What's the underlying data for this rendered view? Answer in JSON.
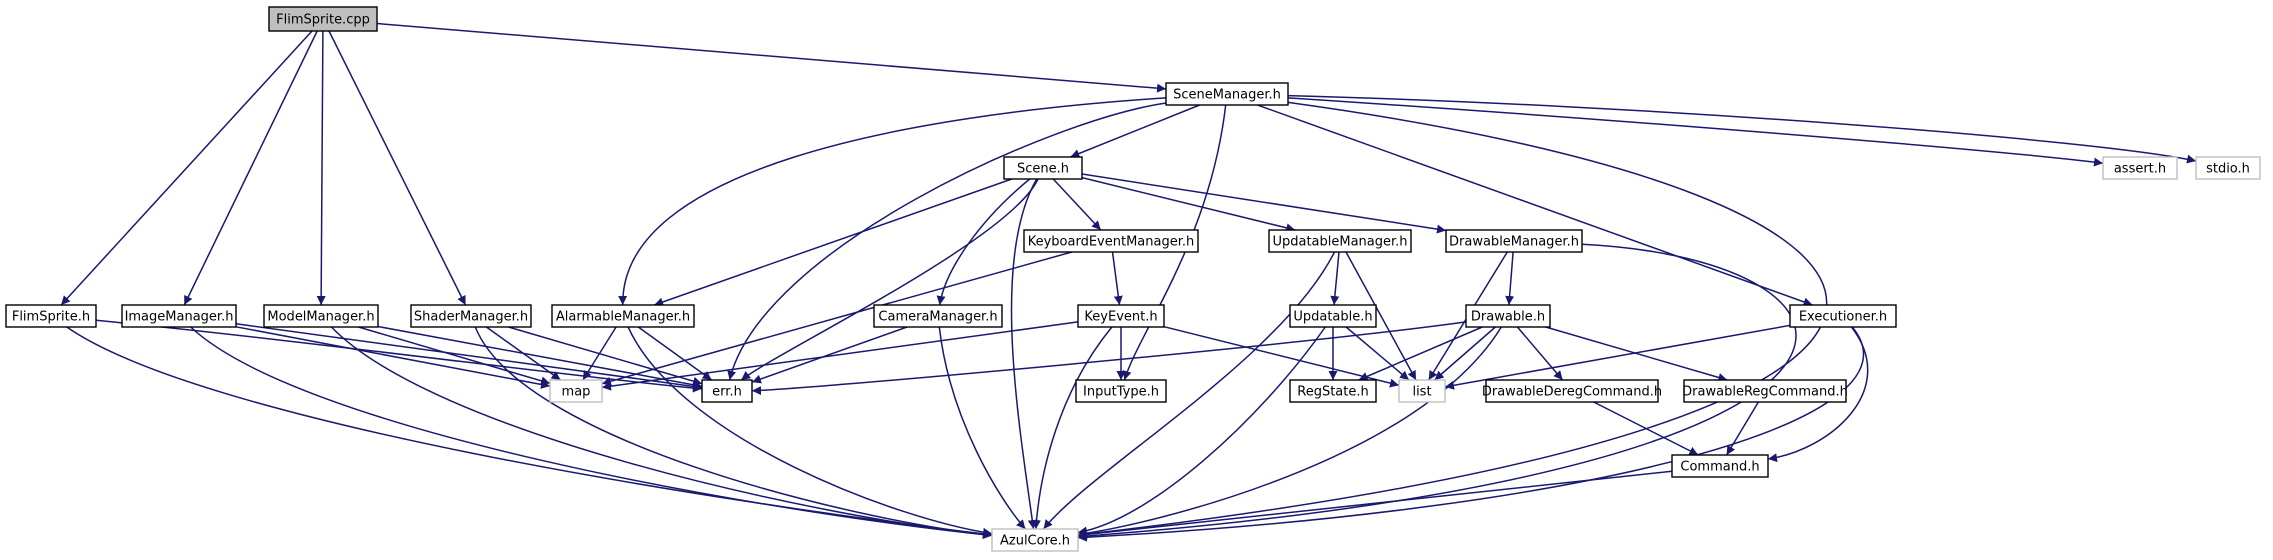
{
  "colors": {
    "edge": "#191970",
    "root_fill": "#bfbfbf",
    "node_fill": "#ffffff",
    "node_border": "#000000",
    "external_border": "#bfbfbf",
    "text": "#000000",
    "background": "#ffffff"
  },
  "nodes": [
    {
      "id": "flimsprite_cpp",
      "label": "FlimSprite.cpp",
      "style": "root"
    },
    {
      "id": "scenemanager_h",
      "label": "SceneManager.h",
      "style": "normal"
    },
    {
      "id": "assert_h",
      "label": "assert.h",
      "style": "external"
    },
    {
      "id": "stdio_h",
      "label": "stdio.h",
      "style": "external"
    },
    {
      "id": "scene_h",
      "label": "Scene.h",
      "style": "normal"
    },
    {
      "id": "keyboardeventmanager_h",
      "label": "KeyboardEventManager.h",
      "style": "normal"
    },
    {
      "id": "updatablemanager_h",
      "label": "UpdatableManager.h",
      "style": "normal"
    },
    {
      "id": "drawablemanager_h",
      "label": "DrawableManager.h",
      "style": "normal"
    },
    {
      "id": "flimsprite_h",
      "label": "FlimSprite.h",
      "style": "normal"
    },
    {
      "id": "imagemanager_h",
      "label": "ImageManager.h",
      "style": "normal"
    },
    {
      "id": "modelmanager_h",
      "label": "ModelManager.h",
      "style": "normal"
    },
    {
      "id": "shadermanager_h",
      "label": "ShaderManager.h",
      "style": "normal"
    },
    {
      "id": "alarmablemanager_h",
      "label": "AlarmableManager.h",
      "style": "normal"
    },
    {
      "id": "cameramanager_h",
      "label": "CameraManager.h",
      "style": "normal"
    },
    {
      "id": "keyevent_h",
      "label": "KeyEvent.h",
      "style": "normal"
    },
    {
      "id": "updatable_h",
      "label": "Updatable.h",
      "style": "normal"
    },
    {
      "id": "drawable_h",
      "label": "Drawable.h",
      "style": "normal"
    },
    {
      "id": "executioner_h",
      "label": "Executioner.h",
      "style": "normal"
    },
    {
      "id": "map",
      "label": "map",
      "style": "external"
    },
    {
      "id": "err_h",
      "label": "err.h",
      "style": "normal"
    },
    {
      "id": "inputtype_h",
      "label": "InputType.h",
      "style": "normal"
    },
    {
      "id": "regstate_h",
      "label": "RegState.h",
      "style": "normal"
    },
    {
      "id": "list",
      "label": "list",
      "style": "external"
    },
    {
      "id": "drawablederegcommand_h",
      "label": "DrawableDeregCommand.h",
      "style": "normal"
    },
    {
      "id": "drawableregcommand_h",
      "label": "DrawableRegCommand.h",
      "style": "normal"
    },
    {
      "id": "command_h",
      "label": "Command.h",
      "style": "normal"
    },
    {
      "id": "azulcore_h",
      "label": "AzulCore.h",
      "style": "external"
    }
  ],
  "edges": [
    {
      "from": "flimsprite_cpp",
      "to": "scenemanager_h"
    },
    {
      "from": "flimsprite_cpp",
      "to": "flimsprite_h"
    },
    {
      "from": "flimsprite_cpp",
      "to": "imagemanager_h"
    },
    {
      "from": "flimsprite_cpp",
      "to": "modelmanager_h"
    },
    {
      "from": "flimsprite_cpp",
      "to": "shadermanager_h"
    },
    {
      "from": "scenemanager_h",
      "to": "assert_h"
    },
    {
      "from": "scenemanager_h",
      "to": "stdio_h"
    },
    {
      "from": "scenemanager_h",
      "to": "scene_h"
    },
    {
      "from": "scenemanager_h",
      "to": "alarmablemanager_h"
    },
    {
      "from": "scenemanager_h",
      "to": "err_h"
    },
    {
      "from": "scenemanager_h",
      "to": "inputtype_h"
    },
    {
      "from": "scenemanager_h",
      "to": "executioner_h"
    },
    {
      "from": "scenemanager_h",
      "to": "azulcore_h"
    },
    {
      "from": "scene_h",
      "to": "keyboardeventmanager_h"
    },
    {
      "from": "scene_h",
      "to": "updatablemanager_h"
    },
    {
      "from": "scene_h",
      "to": "drawablemanager_h"
    },
    {
      "from": "scene_h",
      "to": "alarmablemanager_h"
    },
    {
      "from": "scene_h",
      "to": "cameramanager_h"
    },
    {
      "from": "scene_h",
      "to": "err_h"
    },
    {
      "from": "scene_h",
      "to": "azulcore_h"
    },
    {
      "from": "keyboardeventmanager_h",
      "to": "keyevent_h"
    },
    {
      "from": "keyboardeventmanager_h",
      "to": "map"
    },
    {
      "from": "updatablemanager_h",
      "to": "updatable_h"
    },
    {
      "from": "updatablemanager_h",
      "to": "list"
    },
    {
      "from": "updatablemanager_h",
      "to": "azulcore_h"
    },
    {
      "from": "drawablemanager_h",
      "to": "drawable_h"
    },
    {
      "from": "drawablemanager_h",
      "to": "list"
    },
    {
      "from": "drawablemanager_h",
      "to": "azulcore_h"
    },
    {
      "from": "flimsprite_h",
      "to": "err_h"
    },
    {
      "from": "flimsprite_h",
      "to": "azulcore_h"
    },
    {
      "from": "imagemanager_h",
      "to": "map"
    },
    {
      "from": "imagemanager_h",
      "to": "err_h"
    },
    {
      "from": "imagemanager_h",
      "to": "azulcore_h"
    },
    {
      "from": "modelmanager_h",
      "to": "map"
    },
    {
      "from": "modelmanager_h",
      "to": "err_h"
    },
    {
      "from": "modelmanager_h",
      "to": "azulcore_h"
    },
    {
      "from": "shadermanager_h",
      "to": "map"
    },
    {
      "from": "shadermanager_h",
      "to": "err_h"
    },
    {
      "from": "shadermanager_h",
      "to": "azulcore_h"
    },
    {
      "from": "alarmablemanager_h",
      "to": "map"
    },
    {
      "from": "alarmablemanager_h",
      "to": "err_h"
    },
    {
      "from": "alarmablemanager_h",
      "to": "azulcore_h"
    },
    {
      "from": "cameramanager_h",
      "to": "err_h"
    },
    {
      "from": "cameramanager_h",
      "to": "azulcore_h"
    },
    {
      "from": "keyevent_h",
      "to": "inputtype_h"
    },
    {
      "from": "keyevent_h",
      "to": "map"
    },
    {
      "from": "keyevent_h",
      "to": "list"
    },
    {
      "from": "keyevent_h",
      "to": "azulcore_h"
    },
    {
      "from": "updatable_h",
      "to": "regstate_h"
    },
    {
      "from": "updatable_h",
      "to": "list"
    },
    {
      "from": "updatable_h",
      "to": "azulcore_h"
    },
    {
      "from": "drawable_h",
      "to": "err_h"
    },
    {
      "from": "drawable_h",
      "to": "regstate_h"
    },
    {
      "from": "drawable_h",
      "to": "list"
    },
    {
      "from": "drawable_h",
      "to": "drawablederegcommand_h"
    },
    {
      "from": "drawable_h",
      "to": "drawableregcommand_h"
    },
    {
      "from": "drawable_h",
      "to": "azulcore_h"
    },
    {
      "from": "executioner_h",
      "to": "list"
    },
    {
      "from": "executioner_h",
      "to": "command_h"
    },
    {
      "from": "executioner_h",
      "to": "azulcore_h"
    },
    {
      "from": "drawablederegcommand_h",
      "to": "command_h"
    },
    {
      "from": "drawableregcommand_h",
      "to": "command_h"
    },
    {
      "from": "command_h",
      "to": "azulcore_h"
    }
  ]
}
